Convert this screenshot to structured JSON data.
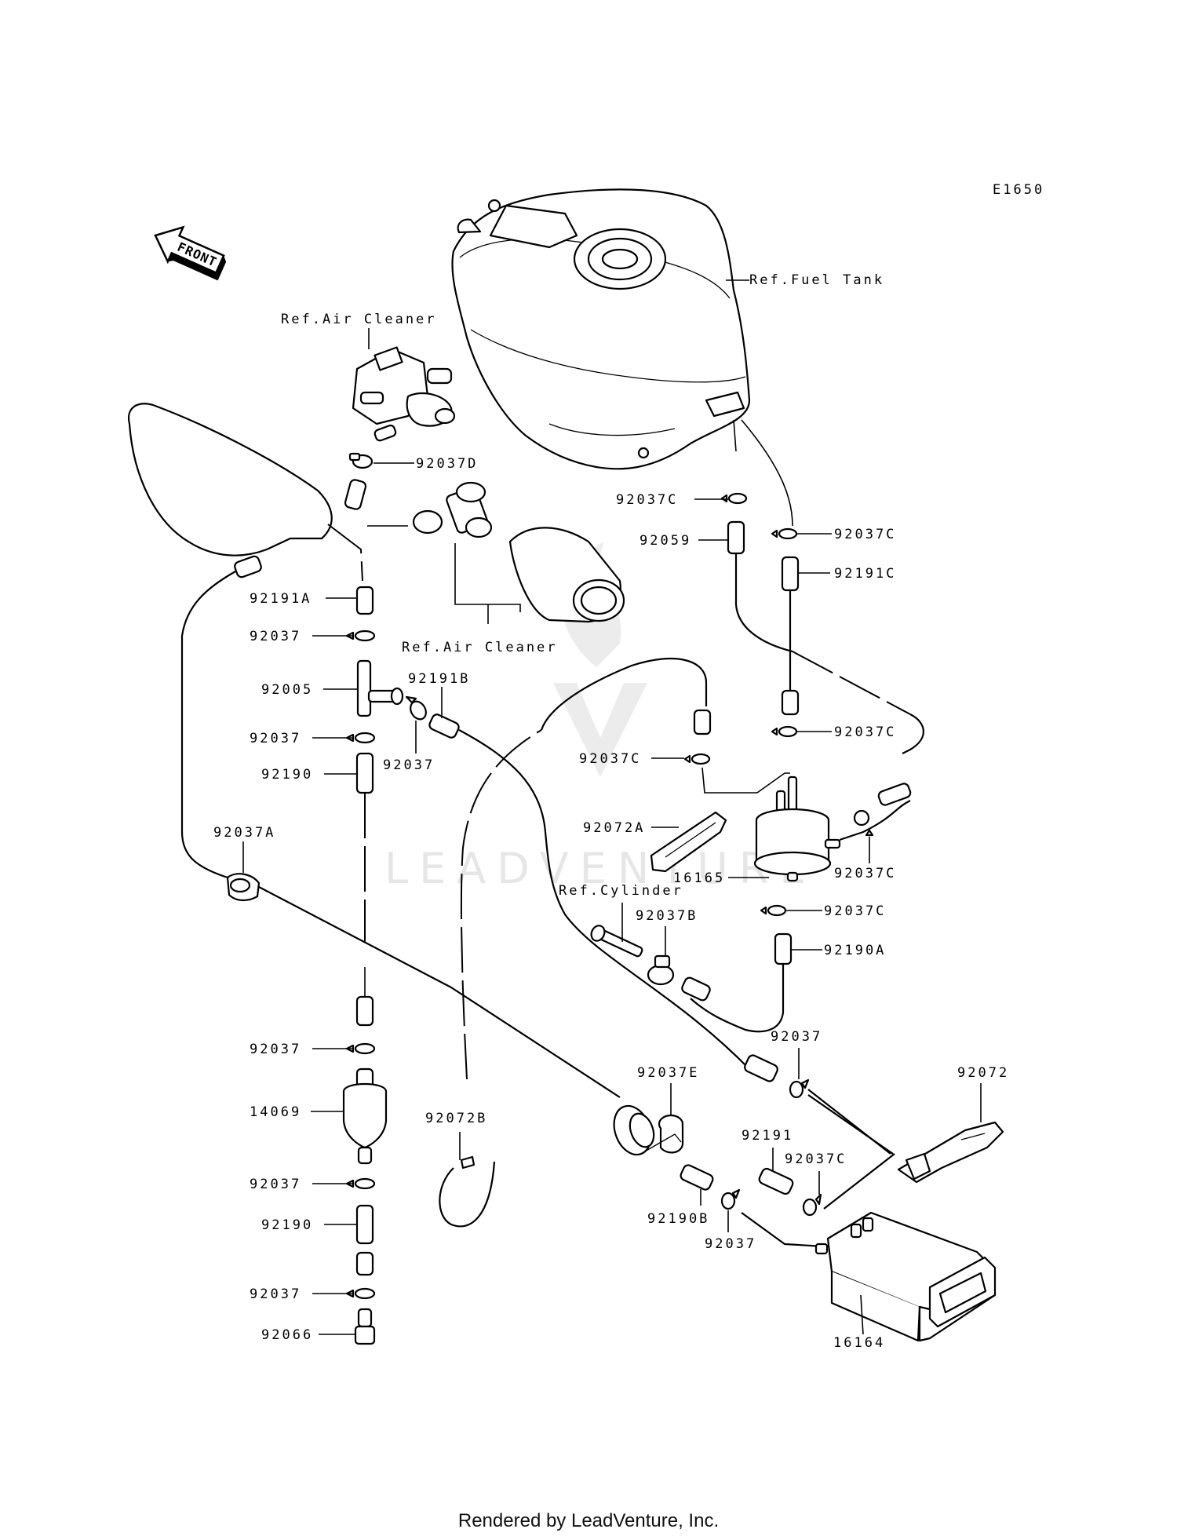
{
  "diagram_code": "E1650",
  "footer": "Rendered by LeadVenture, Inc.",
  "watermark": "LEADVENTURE",
  "direction_label": "FRONT",
  "refs": {
    "fuel_tank": "Ref.Fuel Tank",
    "air_cleaner_top": "Ref.Air Cleaner",
    "air_cleaner_mid": "Ref.Air Cleaner",
    "cylinder": "Ref.Cylinder"
  },
  "parts": {
    "p92037D": "92037D",
    "p92037C_a": "92037C",
    "p92037C_b": "92037C",
    "p92059": "92059",
    "p92191C": "92191C",
    "p92191A": "92191A",
    "p92037_a": "92037",
    "p92005": "92005",
    "p92191B": "92191B",
    "p92037_b": "92037",
    "p92037_c": "92037",
    "p92190_a": "92190",
    "p92037C_c": "92037C",
    "p92037C_d": "92037C",
    "p92072A": "92072A",
    "p16165": "16165",
    "p92037C_e": "92037C",
    "p92037A": "92037A",
    "p92037C_f": "92037C",
    "p92037B": "92037B",
    "p92190A": "92190A",
    "p92037_d": "92037",
    "p92037_e": "92037",
    "p92072": "92072",
    "p92037E": "92037E",
    "p14069": "14069",
    "p92072B": "92072B",
    "p92191": "92191",
    "p92037C_g": "92037C",
    "p92037_f": "92037",
    "p92190B": "92190B",
    "p92037_g": "92037",
    "p92190_b": "92190",
    "p92037_h": "92037",
    "p92066": "92066",
    "p16164": "16164"
  }
}
